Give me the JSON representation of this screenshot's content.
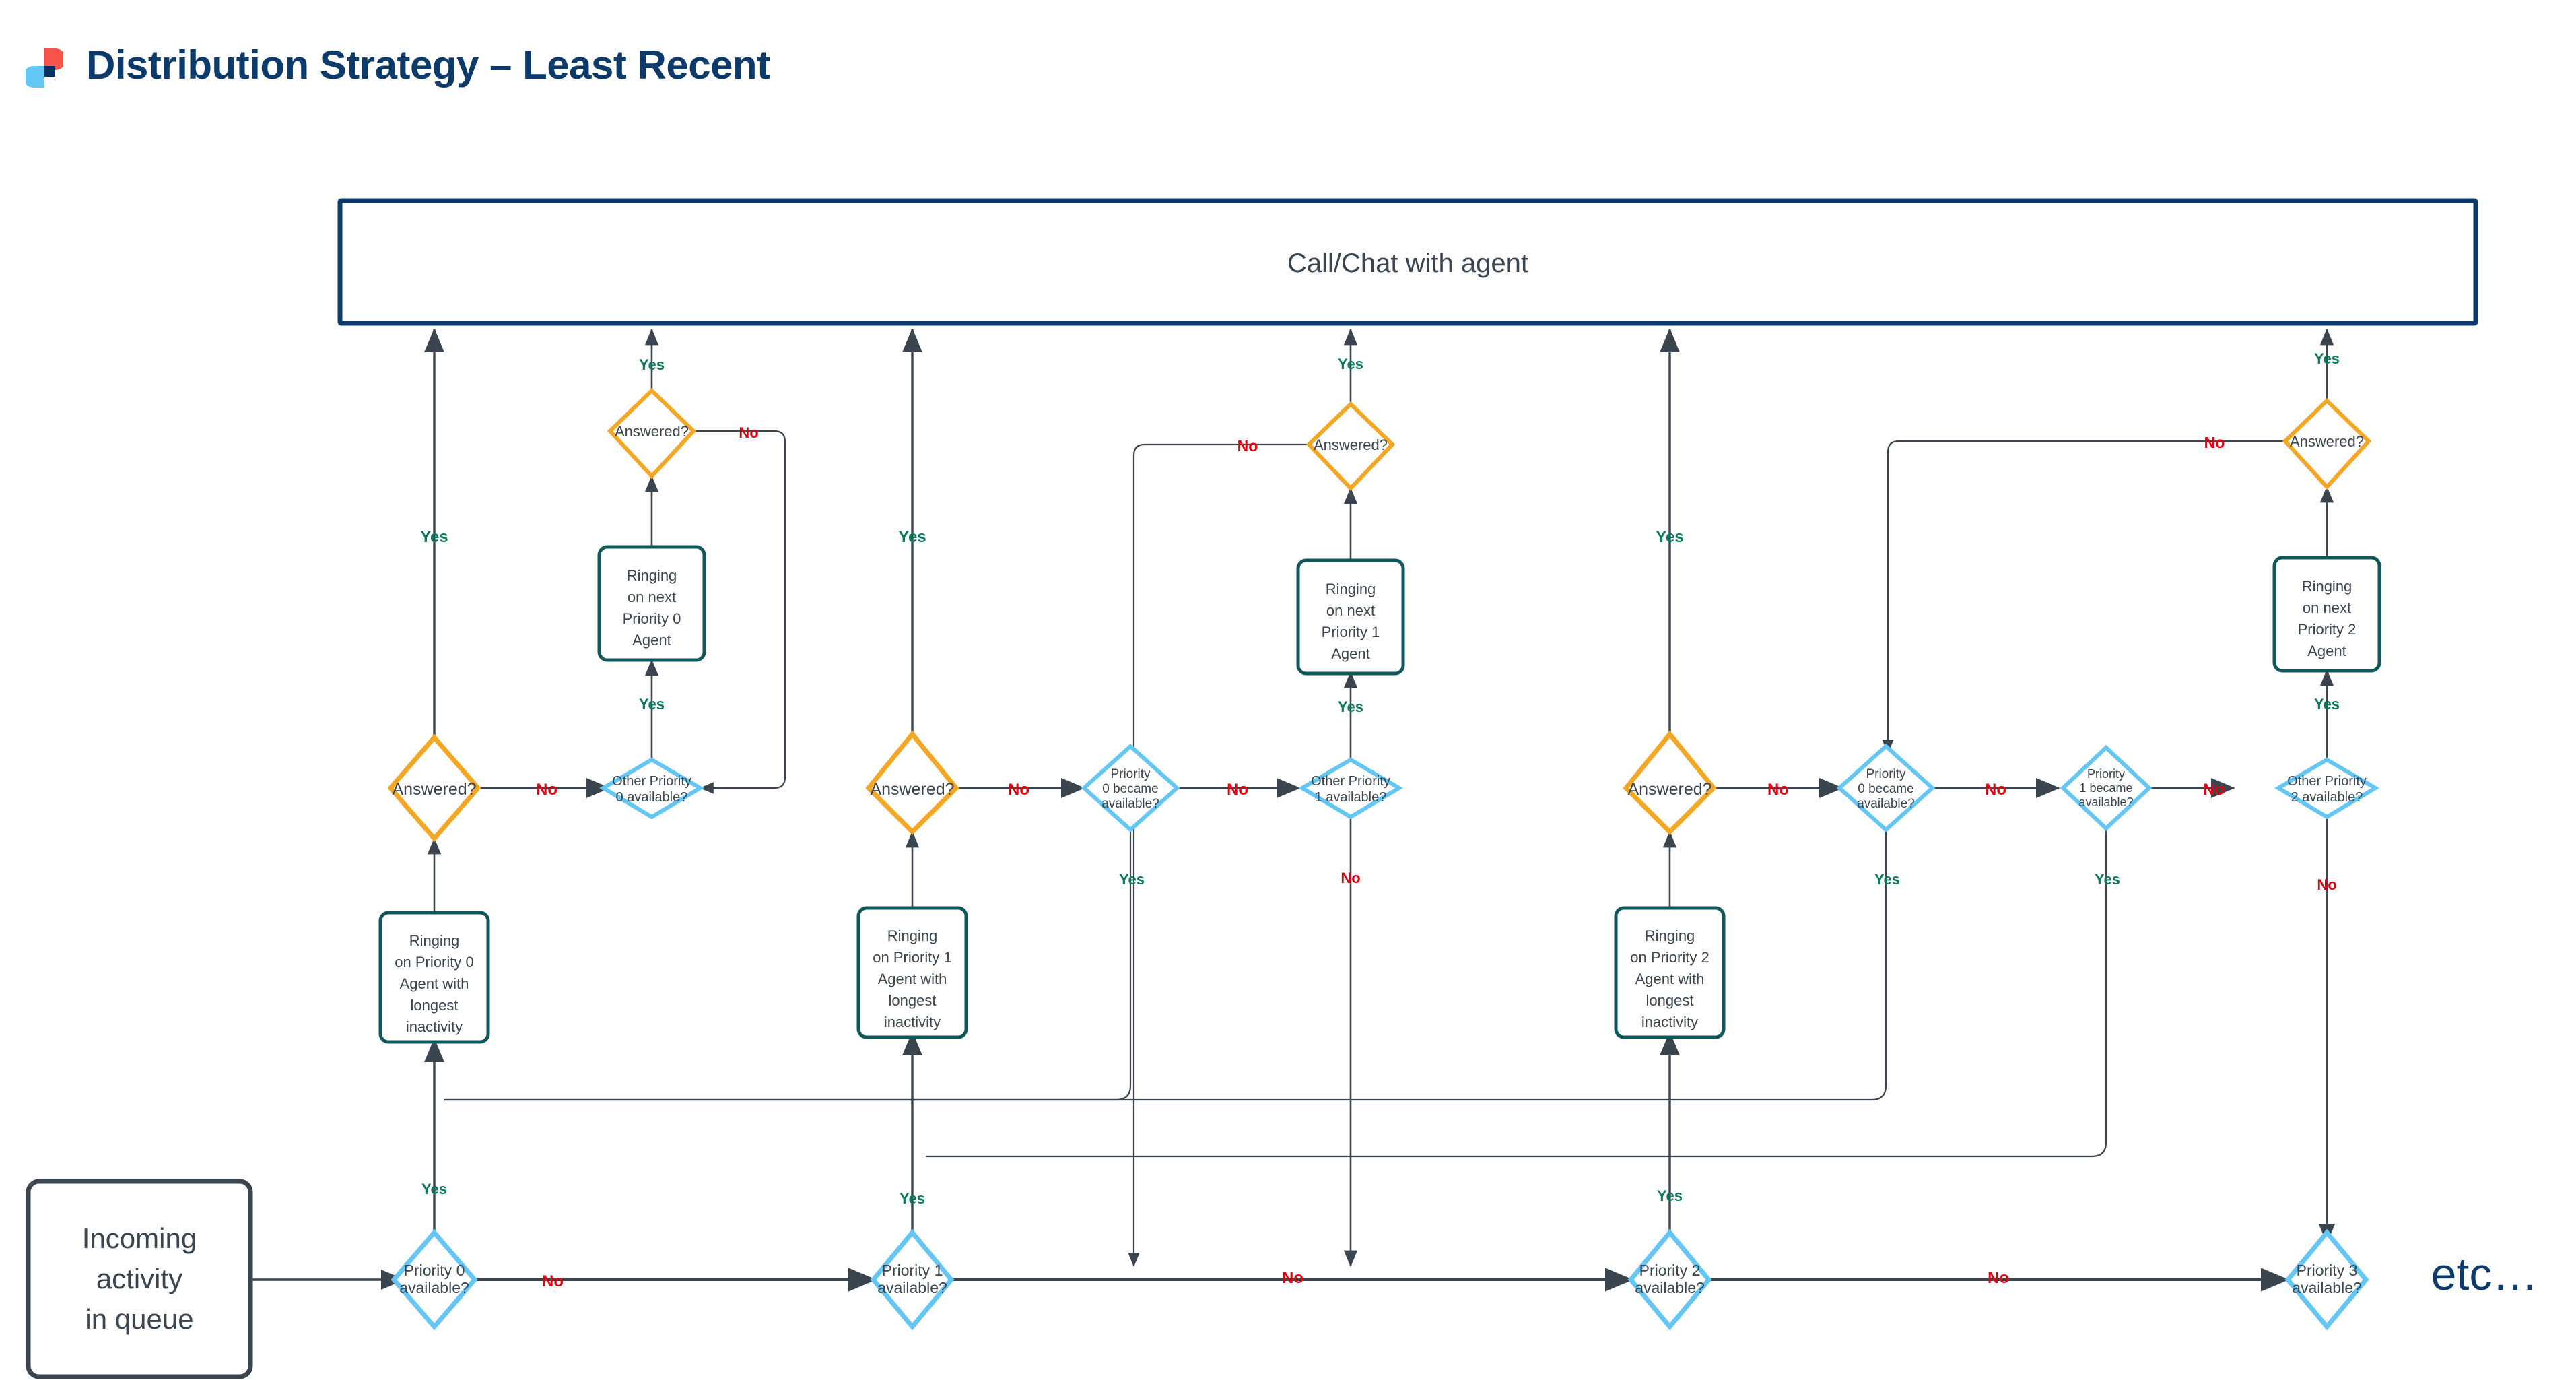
{
  "header": {
    "title": "Distribution Strategy – Least Recent",
    "logo_colors": {
      "red": "#f8524a",
      "blue": "#63c6f5",
      "navy": "#053462"
    },
    "title_color": "#0b3a6b"
  },
  "theme": {
    "terminal_border": "#0b3a6b",
    "start_border": "#3a4550",
    "process_border": "#11575a",
    "decision_blue": "#63c6f5",
    "decision_orange": "#f5a623",
    "edge": "#3a4550",
    "yes_color": "#0c7a5e",
    "no_color": "#e8000d",
    "text_color": "#3a4550"
  },
  "nodes": {
    "agent_box": {
      "label": "Call/Chat with agent"
    },
    "start_box": {
      "lines": [
        "Incoming",
        "activity",
        "in queue"
      ]
    },
    "etc": {
      "label": "etc…"
    },
    "group0": {
      "queue_decision": {
        "lines": [
          "Priority 0",
          "available?"
        ]
      },
      "ringing_first": {
        "lines": [
          "Ringing",
          "on Priority 0",
          "Agent with",
          "longest",
          "inactivity"
        ]
      },
      "answered": {
        "label": "Answered?"
      },
      "other_avail": {
        "lines": [
          "Other Priority",
          "0 available?"
        ]
      },
      "ringing_next": {
        "lines": [
          "Ringing",
          "on next",
          "Priority 0",
          "Agent"
        ]
      },
      "answered_next": {
        "label": "Answered?"
      }
    },
    "group1": {
      "queue_decision": {
        "lines": [
          "Priority 1",
          "available?"
        ]
      },
      "ringing_first": {
        "lines": [
          "Ringing",
          "on Priority 1",
          "Agent with",
          "longest",
          "inactivity"
        ]
      },
      "answered": {
        "label": "Answered?"
      },
      "became_avail_0": {
        "lines": [
          "Priority",
          "0 became",
          "available?"
        ]
      },
      "other_avail": {
        "lines": [
          "Other Priority",
          "1 available?"
        ]
      },
      "ringing_next": {
        "lines": [
          "Ringing",
          "on next",
          "Priority 1",
          "Agent"
        ]
      },
      "answered_next": {
        "label": "Answered?"
      }
    },
    "group2": {
      "queue_decision": {
        "lines": [
          "Priority 2",
          "available?"
        ]
      },
      "ringing_first": {
        "lines": [
          "Ringing",
          "on Priority 2",
          "Agent with",
          "longest",
          "inactivity"
        ]
      },
      "answered": {
        "label": "Answered?"
      },
      "became_avail_0": {
        "lines": [
          "Priority",
          "0 became",
          "available?"
        ]
      },
      "became_avail_1": {
        "lines": [
          "Priority",
          "1 became",
          "available?"
        ]
      },
      "other_avail": {
        "lines": [
          "Other Priority",
          "2 available?"
        ]
      },
      "ringing_next": {
        "lines": [
          "Ringing",
          "on next",
          "Priority 2",
          "Agent"
        ]
      },
      "answered_next": {
        "label": "Answered?"
      }
    },
    "group3": {
      "queue_decision": {
        "lines": [
          "Priority 3",
          "available?"
        ]
      }
    }
  },
  "edge_labels": {
    "yes": "Yes",
    "no": "No"
  }
}
